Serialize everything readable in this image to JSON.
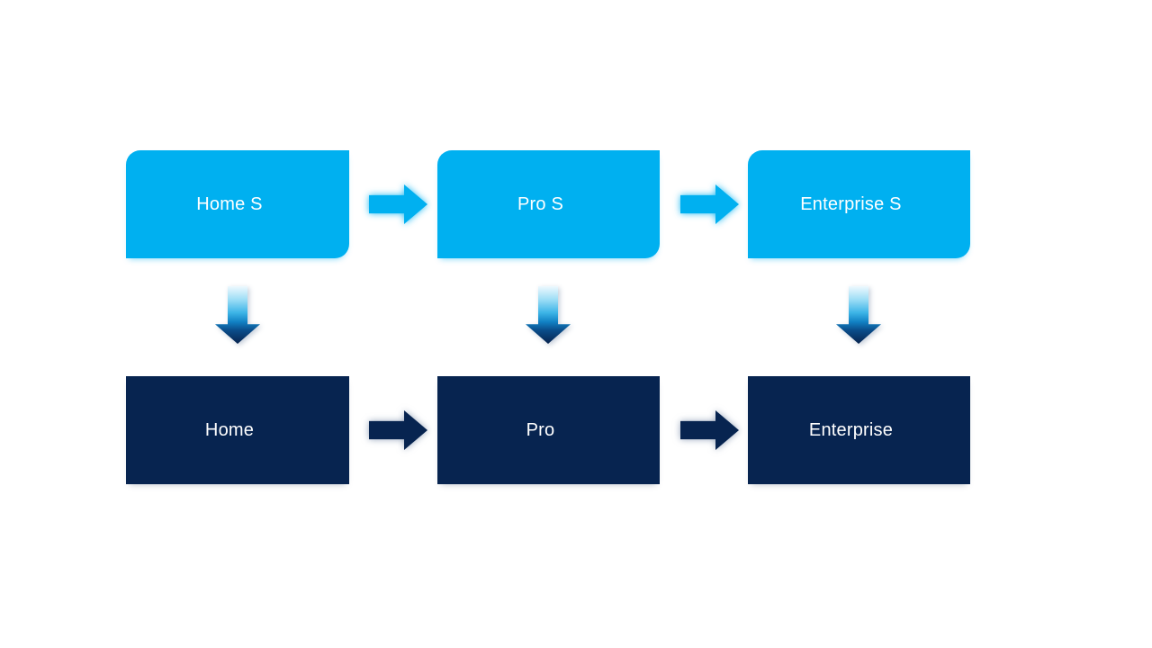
{
  "slide": {
    "background": "#ffffff"
  },
  "diagram": {
    "type": "upgrade-path-flow",
    "columns": [
      {
        "top": "Home S",
        "bottom": "Home"
      },
      {
        "top": "Pro S",
        "bottom": "Pro"
      },
      {
        "top": "Enterprise S",
        "bottom": "Enterprise"
      }
    ],
    "colors": {
      "top_box": "#00b0f0",
      "bottom_box": "#072450",
      "label_text": "#ffffff",
      "down_arrow_gradient_top": "#eef9fe",
      "down_arrow_gradient_bottom": "#07234e"
    }
  }
}
